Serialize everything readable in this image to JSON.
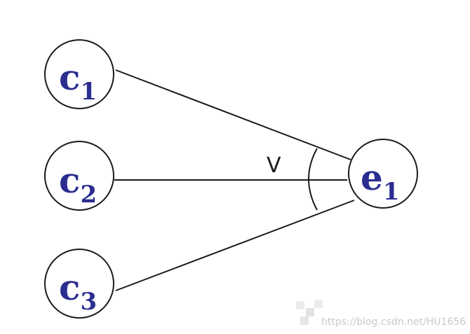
{
  "diagram": {
    "nodes": [
      {
        "id": "c1",
        "base": "c",
        "sub": "1"
      },
      {
        "id": "c2",
        "base": "c",
        "sub": "2"
      },
      {
        "id": "c3",
        "base": "c",
        "sub": "3"
      },
      {
        "id": "e1",
        "base": "e",
        "sub": "1"
      }
    ],
    "edges": [
      {
        "from": "c1",
        "to": "e1"
      },
      {
        "from": "c2",
        "to": "e1"
      },
      {
        "from": "c3",
        "to": "e1"
      }
    ],
    "operator_label": "V"
  },
  "watermark": "https://blog.csdn.net/HU1656"
}
